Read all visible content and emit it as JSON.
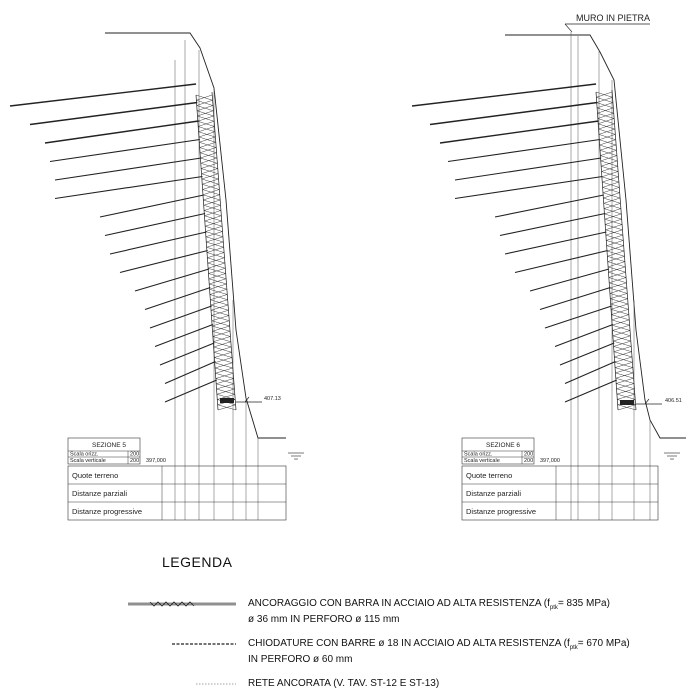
{
  "left_section": {
    "title": "SEZIONE 5",
    "scale_h_label": "Scala orizz.",
    "scale_h_value": "200",
    "scale_v_label": "Scala verticale",
    "scale_v_value": "200",
    "datum": "397,000",
    "elevation_marker": "407.13",
    "row_labels": [
      "Quote terreno",
      "Distanze parziali",
      "Distanze progressive"
    ]
  },
  "right_section": {
    "wall_label": "MURO IN PIETRA",
    "title": "SEZIONE 6",
    "scale_h_label": "Scala orizz.",
    "scale_h_value": "200",
    "scale_v_label": "Scala verticale",
    "scale_v_value": "200",
    "datum": "397,000",
    "elevation_marker": "406.51",
    "row_labels": [
      "Quote terreno",
      "Distanze parziali",
      "Distanze progressive"
    ]
  },
  "legend": {
    "title": "LEGENDA",
    "item1_line1": "ANCORAGGIO CON BARRA IN ACCIAIO AD ALTA RESISTENZA (f",
    "item1_sub": "ptk",
    "item1_tail": "= 835 MPa)",
    "item1_line2": "ø 36 mm IN PERFORO ø 115 mm",
    "item2_line1": "CHIODATURE CON BARRE ø 18 IN ACCIAIO AD ALTA RESISTENZA (f",
    "item2_sub": "ptk",
    "item2_tail": "= 670 MPa)",
    "item2_line2": "IN PERFORO ø 60 mm",
    "item3": "RETE ANCORATA (V. TAV. ST-12 E ST-13)"
  }
}
